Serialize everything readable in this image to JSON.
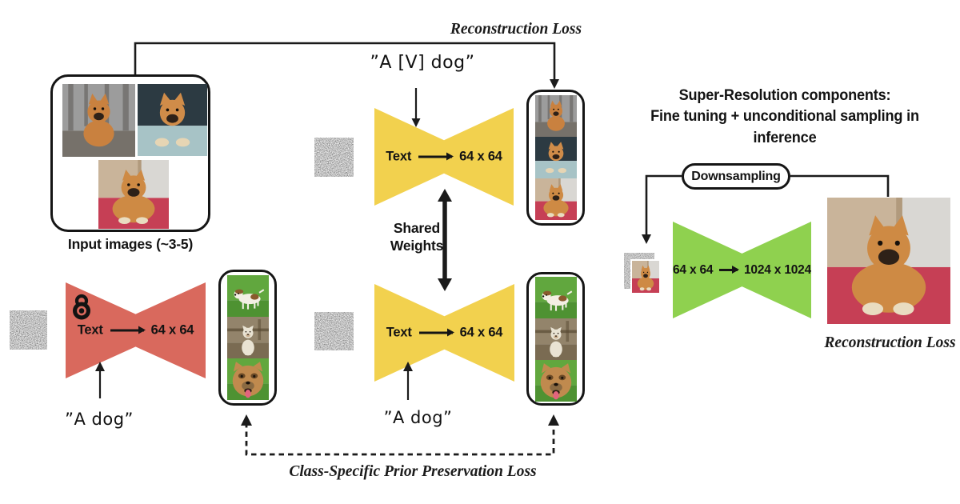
{
  "colors": {
    "yellow_unet": "#F2D14E",
    "red_unet": "#D9695D",
    "green_unet": "#8FD14F",
    "line": "#1b1b1b",
    "background": "#ffffff"
  },
  "labels": {
    "reconstruction_loss_top": "Reconstruction Loss",
    "reconstruction_loss_right": "Reconstruction Loss",
    "class_prior_loss": "Class-Specific Prior Preservation Loss",
    "input_caption": "Input images (~3-5)",
    "prompt_v_dog": "”A [V] dog”",
    "prompt_a_dog_left": "”A dog”",
    "prompt_a_dog_center": "”A dog”",
    "shared_weights_line1": "Shared",
    "shared_weights_line2": "Weights",
    "sr_title_line1": "Super-Resolution components:",
    "sr_title_line2": "Fine tuning + unconditional sampling in inference",
    "downsampling": "Downsampling"
  },
  "unets": {
    "finetune_top": {
      "input": "Text",
      "output": "64 x 64"
    },
    "frozen_prior": {
      "input": "Text",
      "output": "64 x 64"
    },
    "finetune_bottom": {
      "input": "Text",
      "output": "64 x 64"
    },
    "super_resolution": {
      "input": "64 x 64",
      "output": "1024 x 1024"
    }
  },
  "photos": {
    "chow_misty": {
      "alt": "chow chow walking on misty forest path",
      "template": "stand",
      "bgTop": "#9c9c9c",
      "bgBottom": "#76716a",
      "split": 64,
      "fur": "#c9813f",
      "trees": true
    },
    "chow_car": {
      "alt": "chow chow leaning out of car window",
      "template": "lean",
      "bgTop": "#2c3a42",
      "bgBottom": "#a7c3c6",
      "split": 58,
      "fur": "#d08c49"
    },
    "chow_blanket": {
      "alt": "chow chow lying on red blanket",
      "template": "lying",
      "bgTop": "#c9b49a",
      "bgBottom": "#c63f55",
      "split": 55,
      "fur": "#ce8a44",
      "panel": "#d9d7d3"
    },
    "dog_run": {
      "alt": "jack russell running on grass",
      "template": "run",
      "bgTop": "#61a73e",
      "bgBottom": "#4e9232",
      "split": 60,
      "fur": "#f3efe4",
      "patch": "#8a5a2d"
    },
    "dog_sit": {
      "alt": "white dog sitting by wall",
      "template": "sit",
      "bgTop": "#93846b",
      "bgBottom": "#7a6b52",
      "split": 62,
      "fur": "#e9e3d3",
      "fence": true
    },
    "dog_closeup": {
      "alt": "brown dog close-up with tongue out",
      "template": "head",
      "bgTop": "#61a73e",
      "bgBottom": "#4e9232",
      "split": 60,
      "fur": "#c08a4e",
      "tongue": "#e2647e"
    }
  }
}
